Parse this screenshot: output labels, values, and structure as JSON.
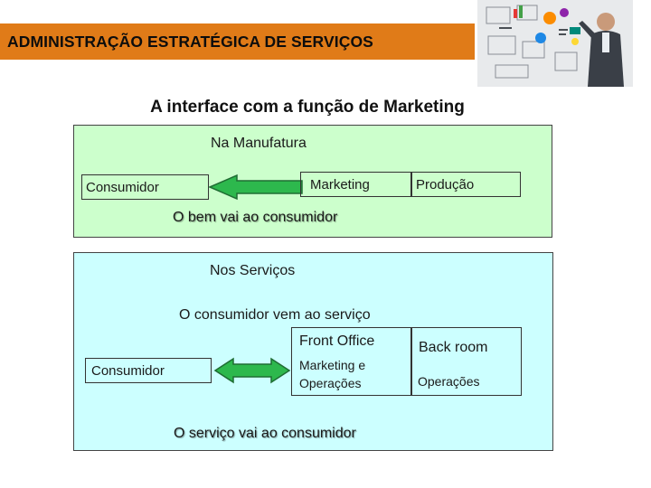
{
  "header": {
    "title": "ADMINISTRAÇÃO ESTRATÉGICA DE SERVIÇOS"
  },
  "subtitle": "A interface com a função de Marketing",
  "manufacturing": {
    "heading": "Na Manufatura",
    "consumer": "Consumidor",
    "marketing": "Marketing",
    "production": "Produção",
    "caption": "O bem vai ao consumidor"
  },
  "services": {
    "heading": "Nos Serviços",
    "flow_text": "O consumidor vem ao serviço",
    "front_office": "Front Office",
    "marketing_ops": "Marketing e Operações",
    "back_room": "Back room",
    "operations": "Operações",
    "consumer": "Consumidor",
    "caption": "O serviço vai ao consumidor"
  },
  "colors": {
    "header_bar": "#e07b18",
    "panel_manufacturing": "#ccffcc",
    "panel_services": "#ccffff",
    "arrow": "#2db84d"
  },
  "icons": {
    "photo": "businessman-whiteboard-image"
  }
}
